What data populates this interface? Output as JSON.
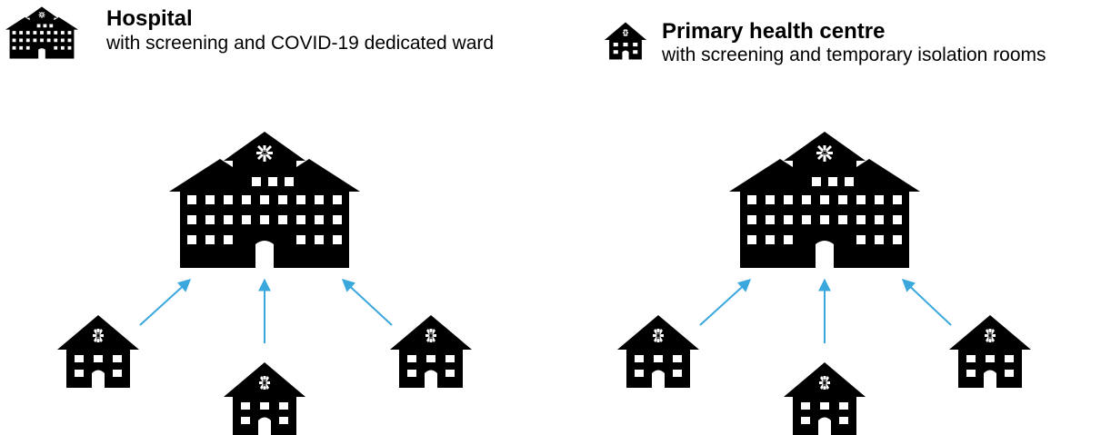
{
  "legend": {
    "hospital": {
      "title": "Hospital",
      "description": "with screening and COVID-19 dedicated ward",
      "icon": "hospital-icon"
    },
    "primary_health_centre": {
      "title": "Primary health centre",
      "description": "with screening and temporary isolation rooms",
      "icon": "health-centre-icon"
    }
  },
  "colors": {
    "icon": "#000000",
    "arrow": "#3aa8dc",
    "background": "#ffffff"
  },
  "diagrams": [
    {
      "hub": "hospital",
      "spokes": [
        "primary_health_centre",
        "primary_health_centre",
        "primary_health_centre"
      ]
    },
    {
      "hub": "hospital",
      "spokes": [
        "primary_health_centre",
        "primary_health_centre",
        "primary_health_centre"
      ]
    }
  ]
}
